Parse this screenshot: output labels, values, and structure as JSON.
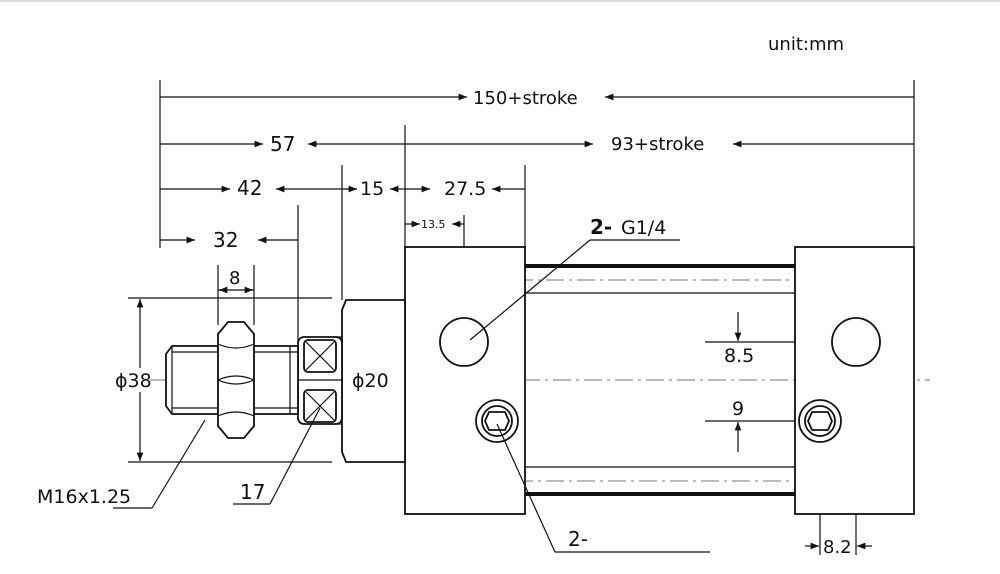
{
  "unit_label": "unit:mm",
  "dimensions": {
    "overall": "150+stroke",
    "rod_side": "57",
    "body_side": "93+stroke",
    "d42": "42",
    "d15": "15",
    "d27_5": "27.5",
    "d13_5": "13.5",
    "d32": "32",
    "d8": "8",
    "phi38": "ϕ38",
    "phi20": "ϕ20",
    "d8_5": "8.5",
    "d9": "9",
    "d8_2": "8.2"
  },
  "callouts": {
    "port_prefix": "2-",
    "port_thread": "G1/4",
    "thread": "M16x1.25",
    "wrench": "17",
    "bolt_prefix": "2-"
  }
}
